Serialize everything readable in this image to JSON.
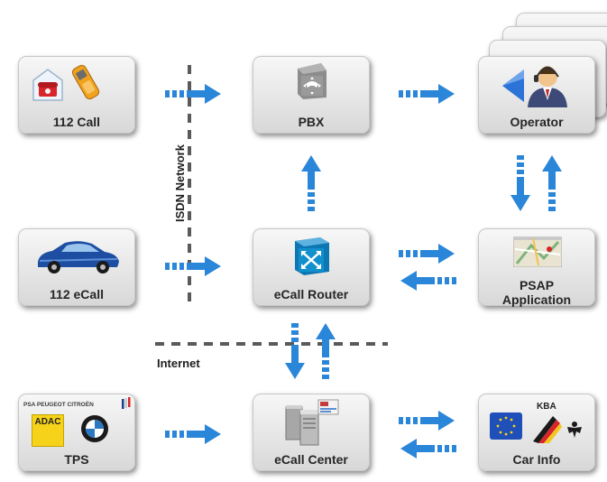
{
  "nodes": {
    "call112": "112 Call",
    "pbx": "PBX",
    "operator": "Operator",
    "ecall112": "112 eCall",
    "router": "eCall Router",
    "psap_line1": "PSAP",
    "psap_line2": "Application",
    "tps": "TPS",
    "center": "eCall Center",
    "carinfo": "Car Info"
  },
  "network_labels": {
    "isdn": "ISDN Network",
    "internet": "Internet"
  },
  "logos": {
    "psa": "PSA PEUGEOT CITROËN",
    "adac": "ADAC",
    "kba": "KBA"
  },
  "colors": {
    "arrow": "#2a86d8",
    "dashed_line": "#5a5a5a",
    "node_border": "#c7c7c7"
  },
  "icons": [
    "red-phone-icon",
    "mobile-phone-icon",
    "pbx-phone-icon",
    "headset-operator-icon",
    "blue-car-icon",
    "router-icon",
    "map-icon",
    "bmw-logo-icon",
    "server-icon",
    "eu-flag-icon",
    "german-flag-icon",
    "eagle-icon"
  ]
}
